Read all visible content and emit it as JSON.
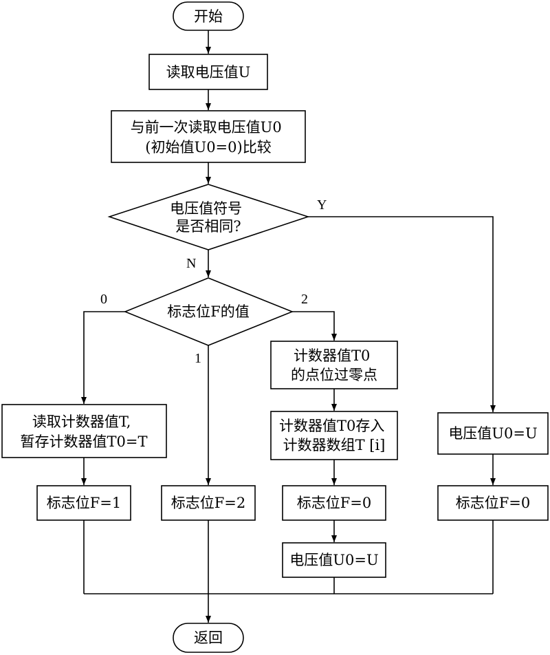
{
  "nodes": {
    "start": "开始",
    "read_u": [
      "读取电压值U"
    ],
    "compare": [
      "与前一次读取电压值U0",
      "(初始值U0=0)比较"
    ],
    "sign_same": [
      "电压值符号",
      "是否相同?"
    ],
    "flag_check": [
      "标志位F的值"
    ],
    "read_t": [
      "读取计数器值T,",
      "暂存计数器值T0=T"
    ],
    "flag_left": "标志位F=1",
    "flag_mid": "标志位F=2",
    "zero_cross": [
      "计数器值T0",
      "的点位过零点"
    ],
    "store_array": [
      "计数器值T0存入",
      "计数器数组T [i]"
    ],
    "flag_third": "标志位F=0",
    "update_u_third": "电压值U0=U",
    "update_u_right": "电压值U0=U",
    "flag_right": "标志位F=0",
    "end": "返回"
  },
  "edge_labels": {
    "yes": "Y",
    "no": "N",
    "branch_0": "0",
    "branch_1": "1",
    "branch_2": "2"
  }
}
